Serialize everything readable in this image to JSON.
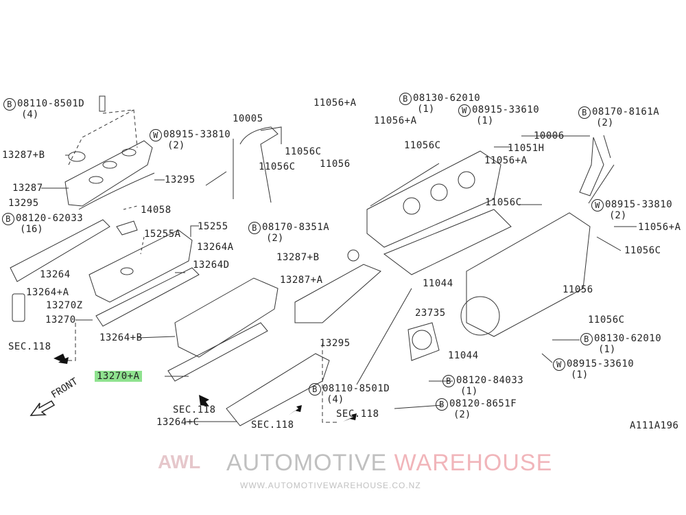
{
  "diagram_id": "A111A196",
  "front_label": "FRONT",
  "watermark": {
    "brand_a": "AUTOMOTIVE ",
    "brand_b": "WAREHOUSE",
    "url": "WWW.AUTOMOTIVEWAREHOUSE.CO.NZ",
    "logo": "AWL"
  },
  "highlighted_part": "13270+A",
  "callouts": [
    {
      "prefix": "B",
      "code": "08110-8501D",
      "qty": "(4)"
    },
    {
      "code": "10005"
    },
    {
      "code": "11056+A"
    },
    {
      "prefix": "B",
      "code": "08130-62010",
      "qty": "(1)"
    },
    {
      "prefix": "W",
      "code": "08915-33610",
      "qty": "(1)"
    },
    {
      "prefix": "B",
      "code": "08170-8161A",
      "qty": "(2)"
    },
    {
      "prefix": "W",
      "code": "08915-33810",
      "qty": "(2)"
    },
    {
      "code": "11056+A"
    },
    {
      "code": "11056C"
    },
    {
      "code": "11051H"
    },
    {
      "code": "10006"
    },
    {
      "code": "13287+B"
    },
    {
      "code": "11056C"
    },
    {
      "code": "11056"
    },
    {
      "code": "11056C"
    },
    {
      "code": "11056+A"
    },
    {
      "code": "13295"
    },
    {
      "code": "13287"
    },
    {
      "code": "13295"
    },
    {
      "code": "11056C"
    },
    {
      "prefix": "W",
      "code": "08915-33810",
      "qty": "(2)"
    },
    {
      "code": "14058"
    },
    {
      "prefix": "B",
      "code": "08120-62033",
      "qty": "(16)"
    },
    {
      "code": "15255"
    },
    {
      "prefix": "B",
      "code": "08170-8351A",
      "qty": "(2)"
    },
    {
      "code": "11056+A"
    },
    {
      "code": "15255A"
    },
    {
      "code": "11056C"
    },
    {
      "code": "13264A"
    },
    {
      "code": "13287+B"
    },
    {
      "code": "13264D"
    },
    {
      "code": "13287+A"
    },
    {
      "code": "11044"
    },
    {
      "code": "13264"
    },
    {
      "code": "13264+A"
    },
    {
      "code": "11056"
    },
    {
      "code": "13270Z"
    },
    {
      "code": "23735"
    },
    {
      "code": "13270"
    },
    {
      "code": "11056C"
    },
    {
      "code": "13264+B"
    },
    {
      "code": "13295"
    },
    {
      "prefix": "B",
      "code": "08130-62010",
      "qty": "(1)"
    },
    {
      "code": "SEC.118"
    },
    {
      "code": "11044"
    },
    {
      "prefix": "W",
      "code": "08915-33610",
      "qty": "(1)"
    },
    {
      "code": "13270+A"
    },
    {
      "prefix": "B",
      "code": "08120-84033",
      "qty": "(1)"
    },
    {
      "prefix": "B",
      "code": "08110-8501D",
      "qty": "(4)"
    },
    {
      "prefix": "B",
      "code": "08120-8651F",
      "qty": "(2)"
    },
    {
      "code": "SEC.118"
    },
    {
      "code": "SEC.118"
    },
    {
      "code": "13264+C"
    },
    {
      "code": "SEC.118"
    }
  ]
}
